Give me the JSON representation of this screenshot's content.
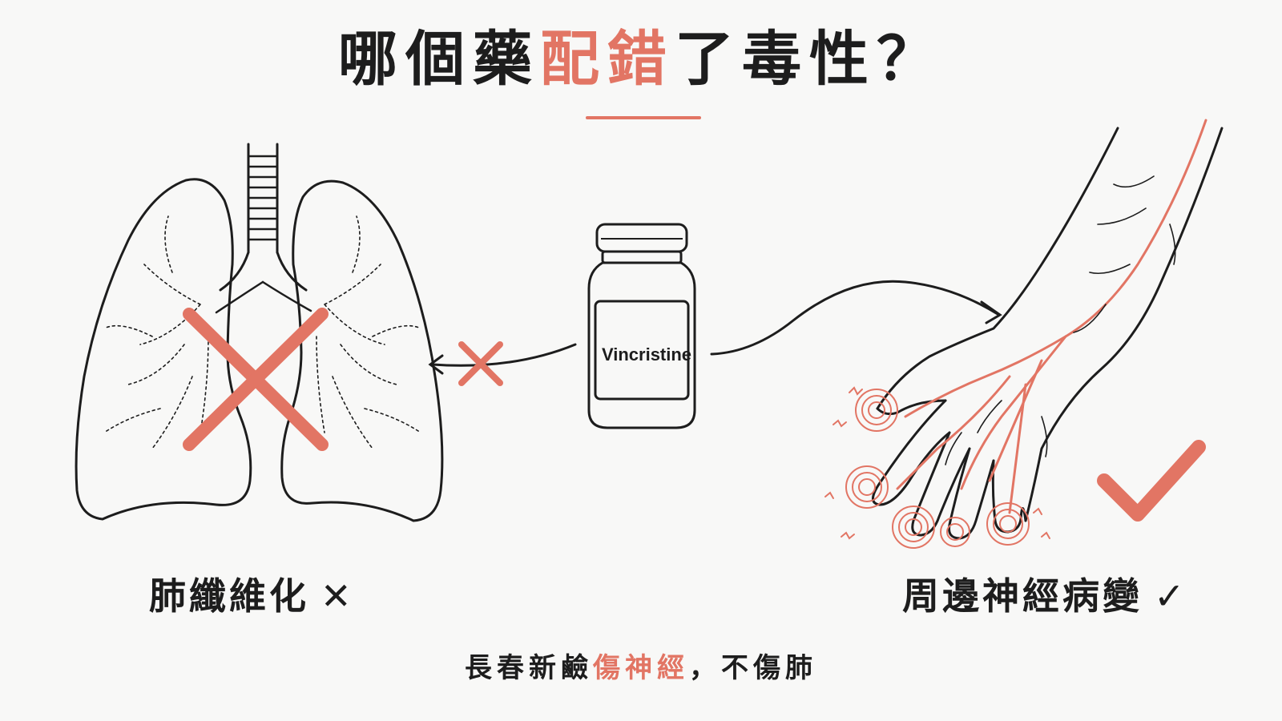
{
  "title": {
    "part1": "哪個藥",
    "highlight": "配錯",
    "part2": "了毒性？"
  },
  "drug": {
    "name": "Vincristine"
  },
  "left_panel": {
    "label": "肺纖維化",
    "mark": "✕"
  },
  "right_panel": {
    "label": "周邊神經病變",
    "mark": "✓"
  },
  "footer": {
    "part1": "長春新鹼",
    "highlight": "傷神經",
    "part2": "，不傷肺"
  },
  "colors": {
    "accent": "#e27564",
    "ink": "#1d1d1d",
    "background": "#f8f8f7"
  }
}
